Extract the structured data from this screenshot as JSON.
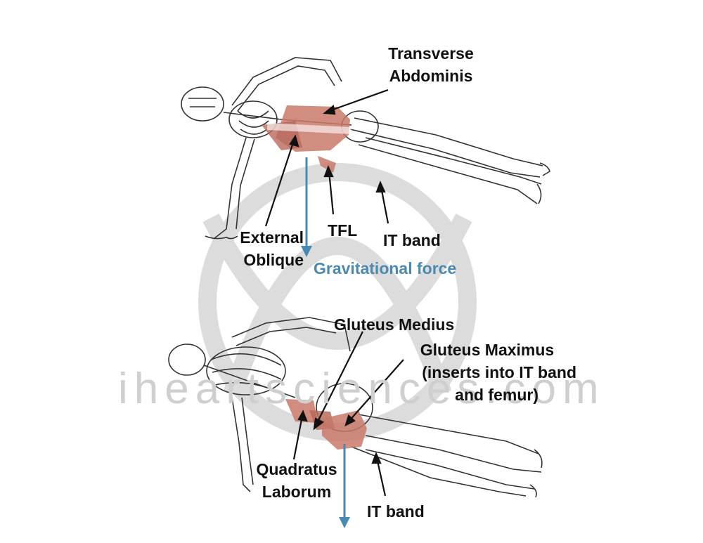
{
  "watermark": "iheartsciences.com",
  "top_figure": {
    "labels": {
      "transverse_line1": "Transverse",
      "transverse_line2": "Abdominis",
      "external_line1": "External",
      "external_line2": "Oblique",
      "tfl": "TFL",
      "it_band": "IT band",
      "gravity": "Gravitational force"
    }
  },
  "bottom_figure": {
    "labels": {
      "gluteus_medius": "Gluteus Medius",
      "gluteus_maximus_line1": "Gluteus Maximus",
      "gluteus_maximus_line2": "(inserts into IT band",
      "gluteus_maximus_line3": "and femur)",
      "quadratus_line1": "Quadratus",
      "quadratus_line2": "Laborum",
      "it_band": "IT band"
    }
  },
  "colors": {
    "muscle": "#c8796a",
    "bone_line": "#333333",
    "force_arrow": "#4a8ab0",
    "watermark": "#d2d2d2"
  }
}
